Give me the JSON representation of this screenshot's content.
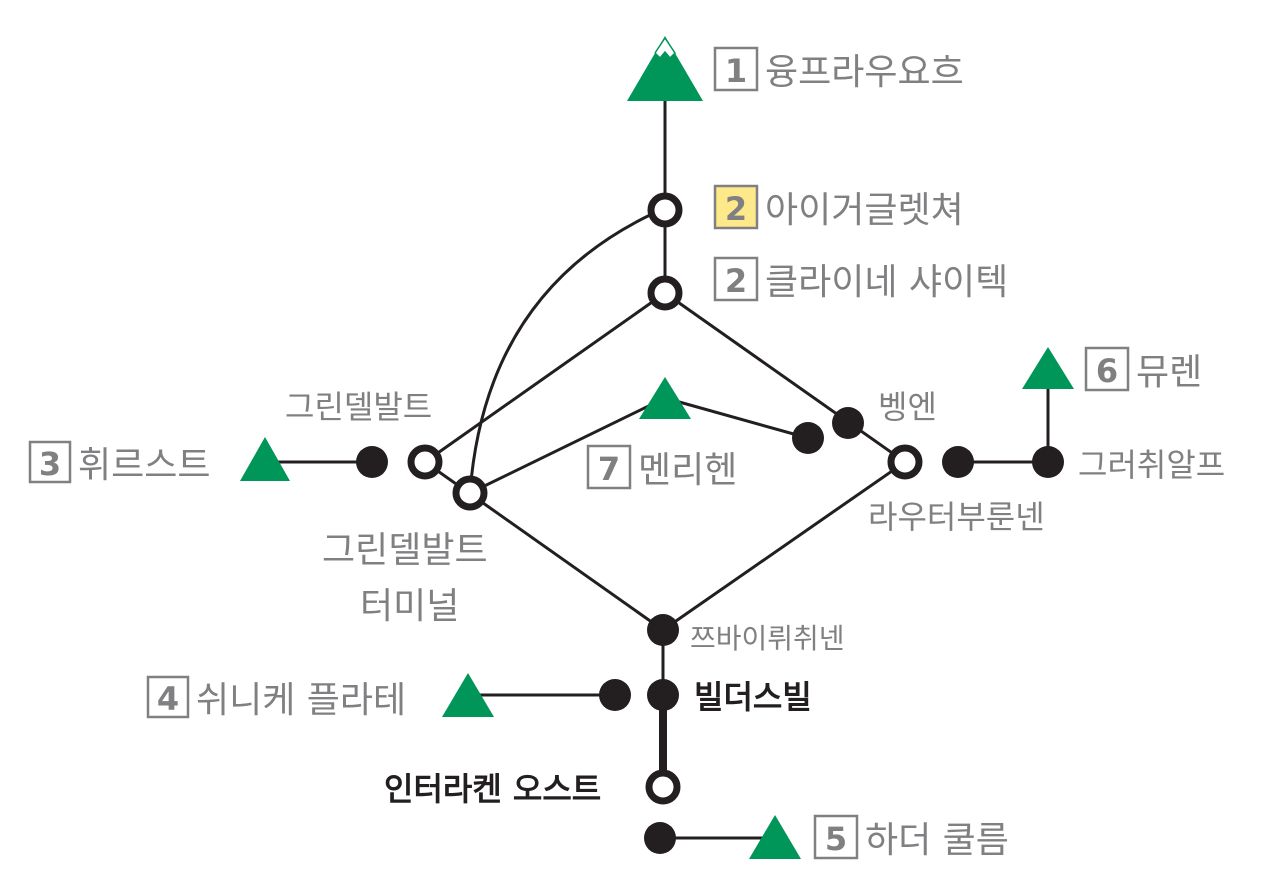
{
  "colors": {
    "peak": "#009559",
    "line": "#231f20",
    "label": "#808083",
    "highlight": "#fde98a"
  },
  "peaks": [
    {
      "num": "1",
      "name": "융프라우요흐"
    },
    {
      "num": "3",
      "name": "휘르스트"
    },
    {
      "num": "4",
      "name": "쉬니케 플라테"
    },
    {
      "num": "5",
      "name": "하더 쿨름"
    },
    {
      "num": "6",
      "name": "뮤렌"
    },
    {
      "num": "7",
      "name": "멘리헨"
    }
  ],
  "stations": {
    "eiger": {
      "num": "2",
      "name": "아이거글렛쳐"
    },
    "kleine": {
      "num": "2",
      "name": "클라이네 샤이텍"
    },
    "grindelwald": "그린델발트",
    "grindelwald_terminal_1": "그린델발트",
    "grindelwald_terminal_2": "터미널",
    "wengen": "벵엔",
    "lauterbrunnen": "라우터부룬넨",
    "grutschalp": "그러취알프",
    "zweiluetschinen": "쯔바이뤼취넨",
    "wilderswil": "빌더스빌",
    "interlaken": "인터라켄 오스트"
  }
}
